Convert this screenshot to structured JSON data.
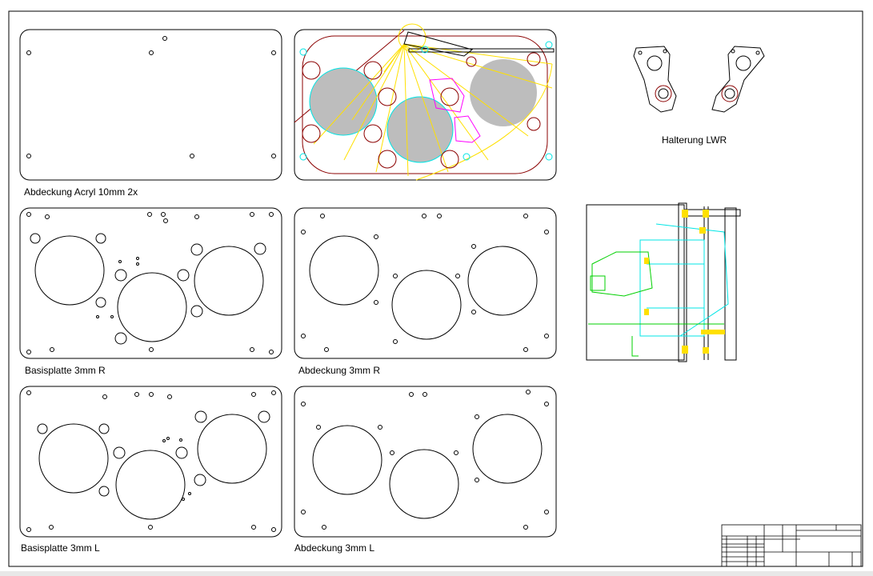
{
  "drawing": {
    "views": [
      {
        "label": "Abdeckung Acryl 10mm 2x"
      },
      {
        "label": "Basisplatte 3mm R"
      },
      {
        "label": "Abdeckung 3mm R"
      },
      {
        "label": "Basisplatte 3mm L"
      },
      {
        "label": "Abdeckung 3mm L"
      },
      {
        "label": "Halterung LWR"
      }
    ]
  }
}
